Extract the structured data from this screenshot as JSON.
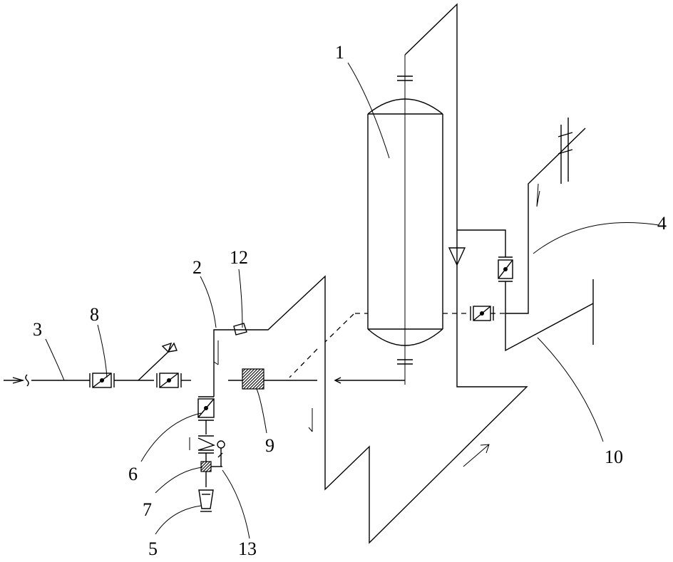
{
  "diagram": {
    "labels": {
      "l1": "1",
      "l2": "2",
      "l3": "3",
      "l4": "4",
      "l5": "5",
      "l6": "6",
      "l7": "7",
      "l8": "8",
      "l9": "9",
      "l10": "10",
      "l12": "12",
      "l13": "13"
    }
  }
}
